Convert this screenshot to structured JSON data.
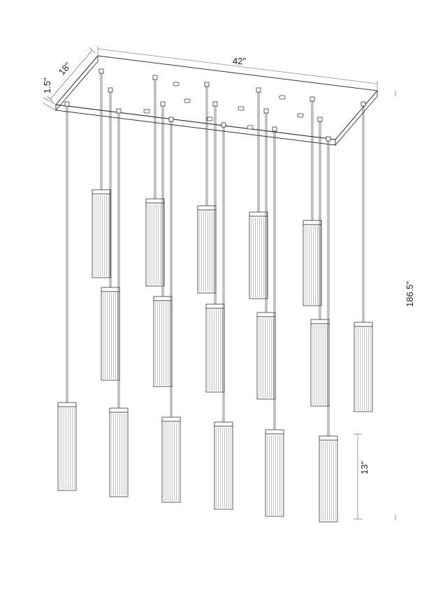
{
  "dimensions": {
    "width": "42\"",
    "depth": "18\"",
    "canopy_height": "1.5\"",
    "overall_height": "186.5\"",
    "shade_height": "13\""
  },
  "fixture": {
    "pendant_count": 17,
    "stroke_color": "#333333",
    "shade_fill": "#ffffff"
  }
}
